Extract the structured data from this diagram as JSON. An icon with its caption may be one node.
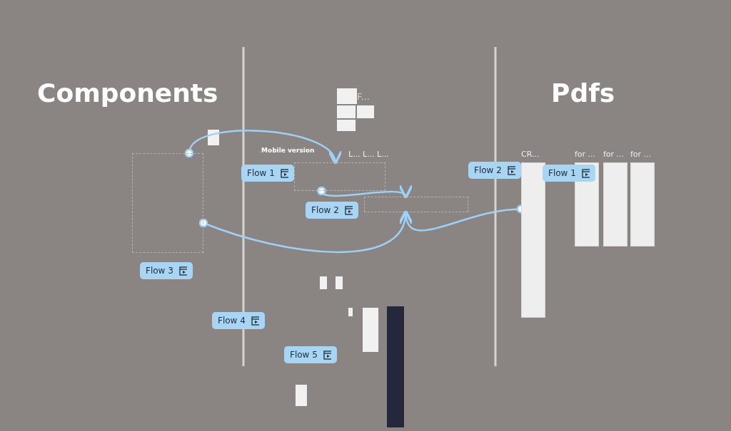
{
  "diagram": {
    "nodes": [
      {
        "text": [
          "Flow 1"
        ]
      },
      {
        "text": [
          "Flow 2"
        ]
      },
      {
        "text": [
          "Flow 3"
        ]
      },
      {
        "text": [
          "Flow 4"
        ]
      },
      {
        "text": [
          "Flow 5"
        ]
      },
      {
        "text": [
          "Flow 2"
        ]
      },
      {
        "text": [
          "Flow 1"
        ]
      },
      {
        "text": [
          "CR..."
        ]
      },
      {
        "text": [
          "for ..."
        ]
      },
      {
        "text": [
          "for ..."
        ]
      },
      {
        "text": [
          "for ..."
        ]
      },
      {
        "text": [],
        "shape": "box"
      },
      {
        "text": [],
        "shape": "box"
      },
      {
        "text": [],
        "shape": "box"
      }
    ],
    "edges": [
      {
        "from": 13,
        "to": 11,
        "arrow": "to"
      },
      {
        "from": 7,
        "to": 12,
        "arrow": "to"
      },
      {
        "from": 13,
        "to": 12,
        "arrow": "to"
      },
      {
        "from": 11,
        "to": 12,
        "arrow": "to"
      }
    ],
    "labels": [
      "Components",
      "Pdfs",
      "F...",
      "Mobile version",
      "L...",
      "L...",
      "L..."
    ]
  }
}
